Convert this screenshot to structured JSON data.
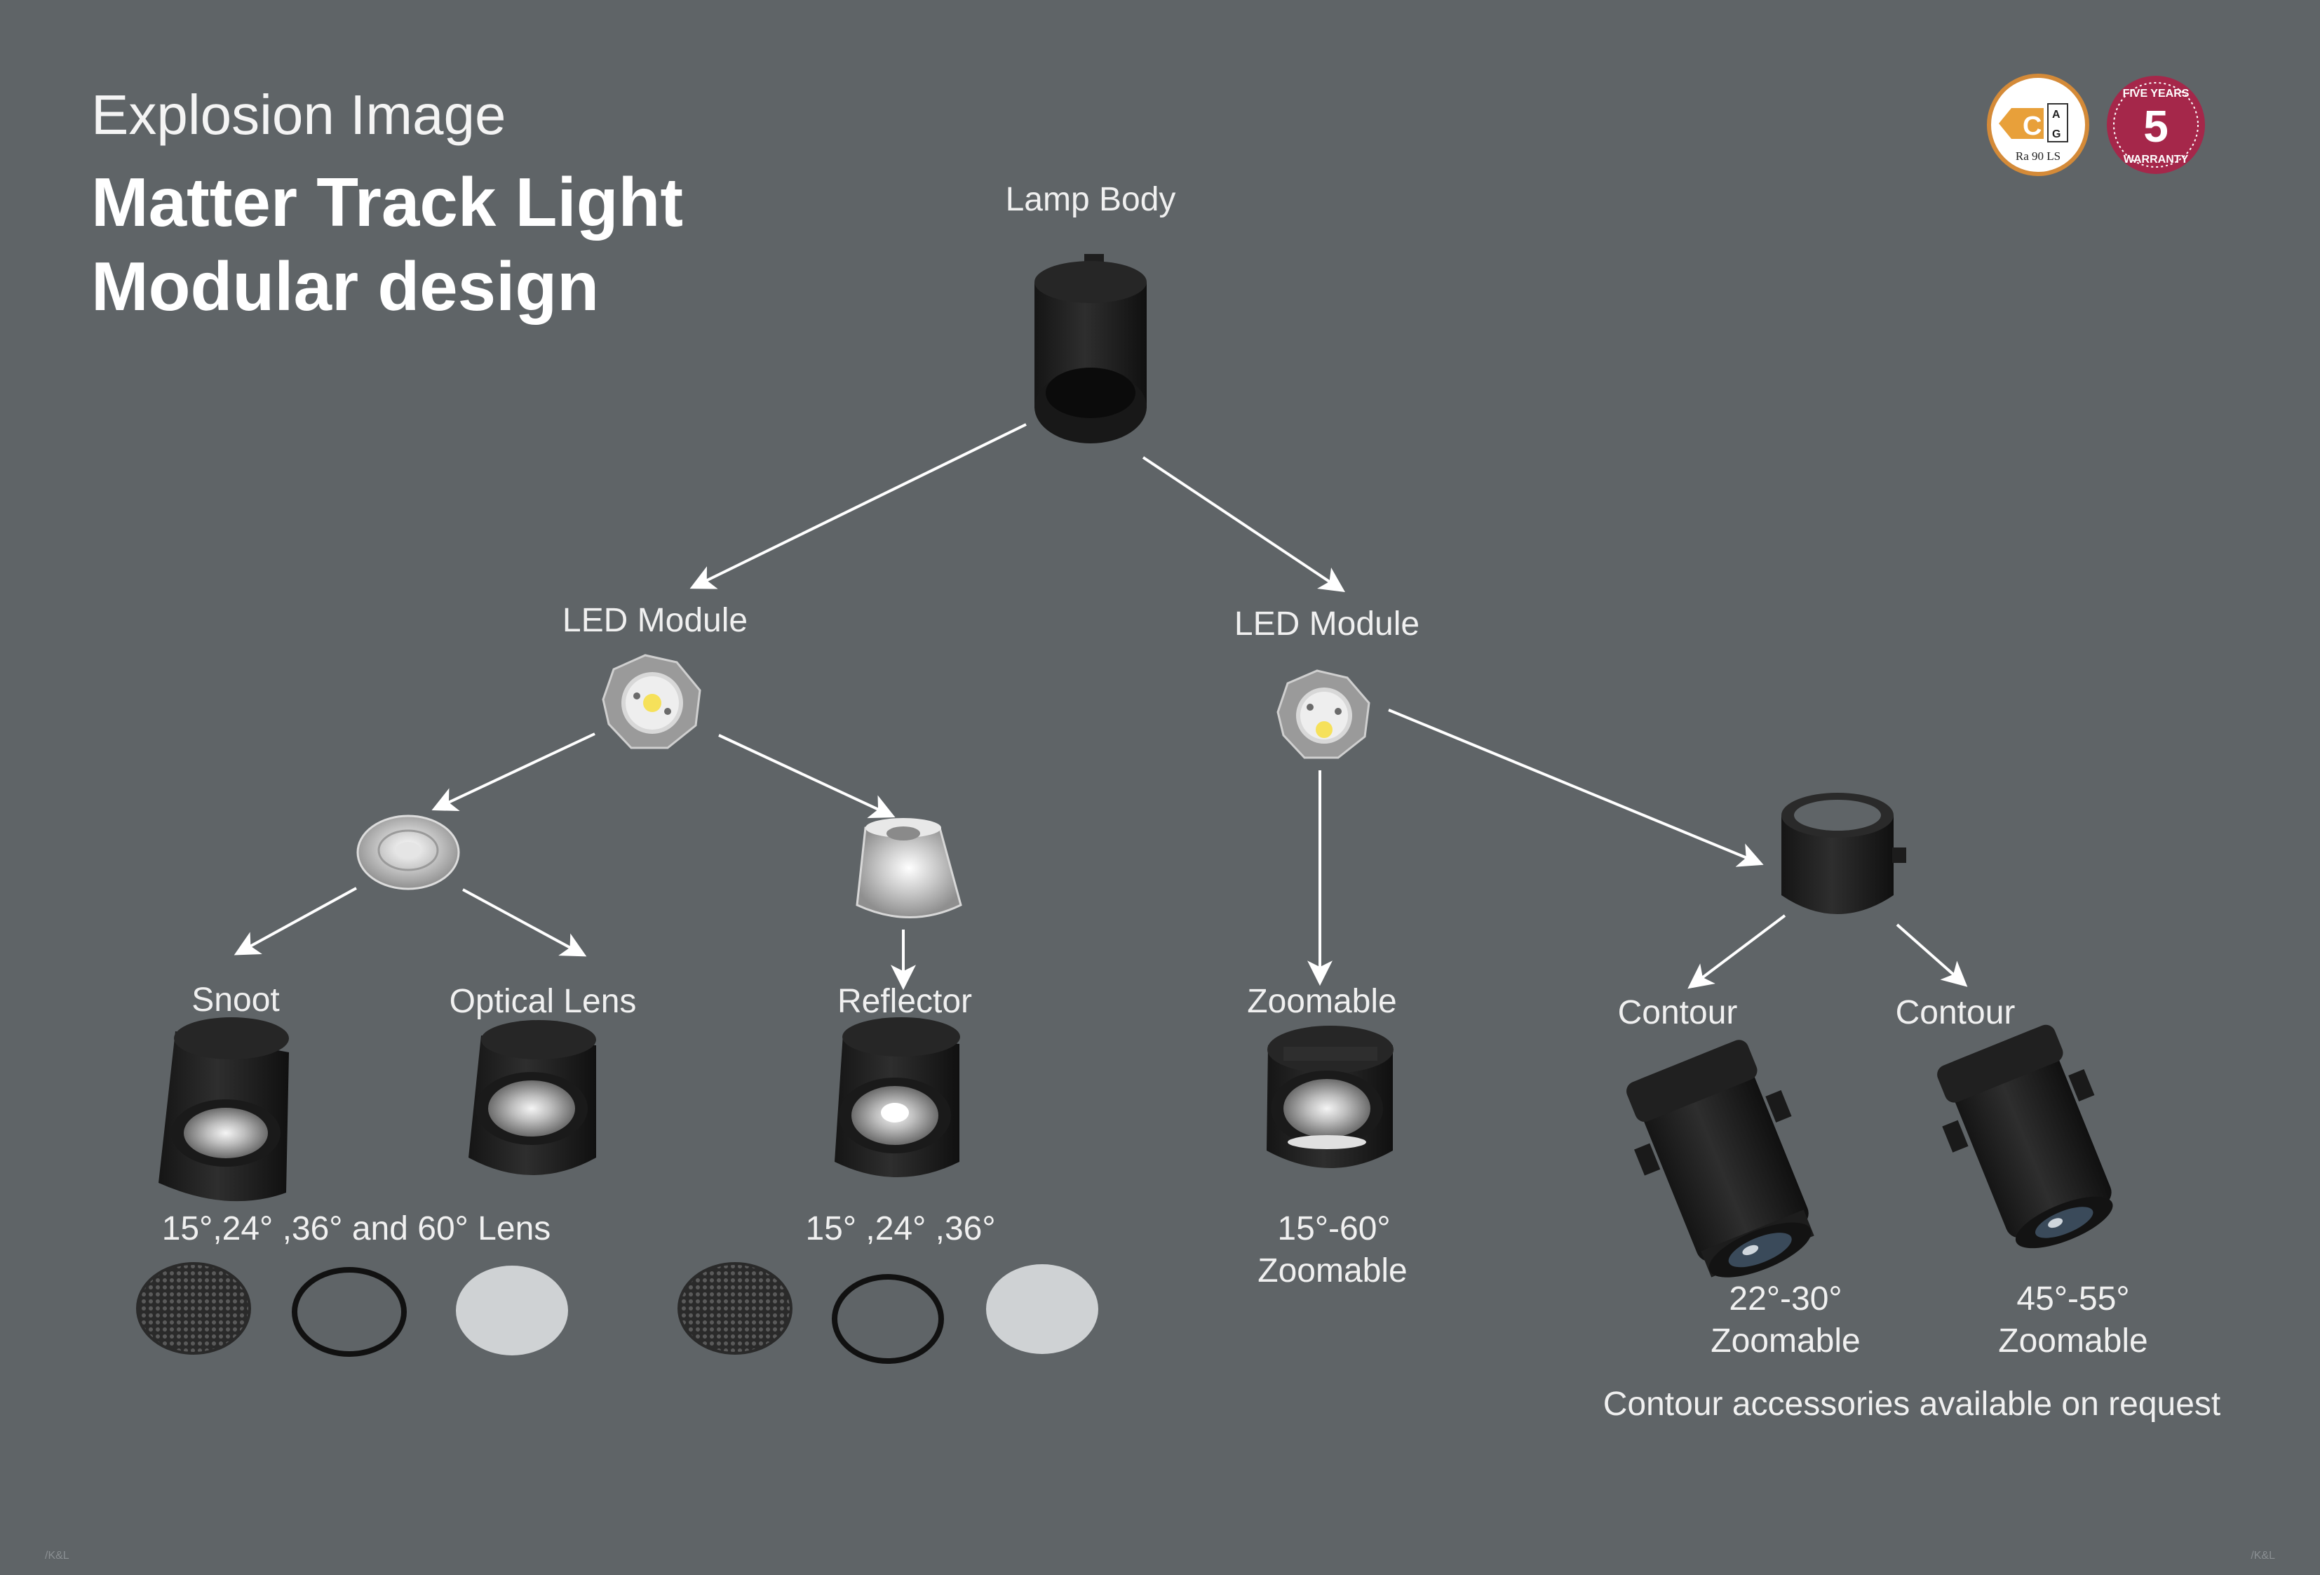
{
  "header": {
    "subtitle": "Explosion Image",
    "title_line1": "Matter Track Light",
    "title_line2": "Modular design"
  },
  "badges": {
    "energy": {
      "grade": "C",
      "scale_top": "A",
      "scale_bottom": "G",
      "caption": "Ra 90 LS",
      "color": "#e8a03a"
    },
    "warranty": {
      "number": "5",
      "top_text": "FIVE YEARS",
      "bottom_text": "WARRANTY",
      "color": "#a5274a"
    }
  },
  "nodes": {
    "lamp_body": "Lamp Body",
    "led_module_left": "LED Module",
    "led_module_right": "LED Module",
    "snoot": "Snoot",
    "optical_lens": "Optical Lens",
    "reflector": "Reflector",
    "zoomable": "Zoomable",
    "contour_1": "Contour",
    "contour_2": "Contour"
  },
  "specs": {
    "lens_angles": "15°,24° ,36° and 60° Lens",
    "reflector_angles": "15° ,24° ,36°",
    "zoom_range": "15°-60°",
    "zoom_label": "Zoomable",
    "contour1_range": "22°-30°",
    "contour1_label": "Zoomable",
    "contour2_range": "45°-55°",
    "contour2_label": "Zoomable",
    "contour_note": "Contour accessories available on request"
  },
  "footer": {
    "left": "/K&L",
    "right": "/K&L"
  }
}
